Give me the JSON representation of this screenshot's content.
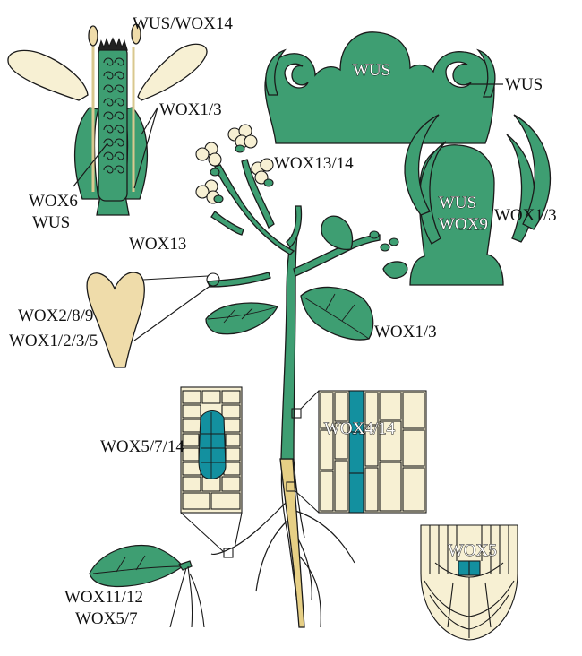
{
  "colors": {
    "green": "#3e9e72",
    "green_dark": "#2c7a55",
    "cream": "#f7f0d3",
    "tan": "#efdcaa",
    "root_tan": "#e6cf85",
    "teal": "#13909f",
    "outline": "#1a1a1a"
  },
  "labels": {
    "flower_top": "WUS/WOX14",
    "flower_wox13": "WOX1/3",
    "flower_wox6": "WOX6",
    "flower_wus": "WUS",
    "meristem_center": "WUS",
    "meristem_right": "WUS",
    "silique_wox": "WOX13/14",
    "ovule_wus": "WUS",
    "ovule_wox9": "WOX9",
    "ovule_wox13": "WOX1/3",
    "stem_wox13": "WOX13",
    "embryo_line1": "WOX2/8/9",
    "embryo_line2": "WOX1/2/3/5",
    "leaf_wox": "WOX1/3",
    "lateral_root": "WOX5/7/14",
    "cambium": "WOX4/14",
    "root_tip": "WOX5",
    "cutting_line1": "WOX11/12",
    "cutting_line2": "WOX5/7"
  }
}
